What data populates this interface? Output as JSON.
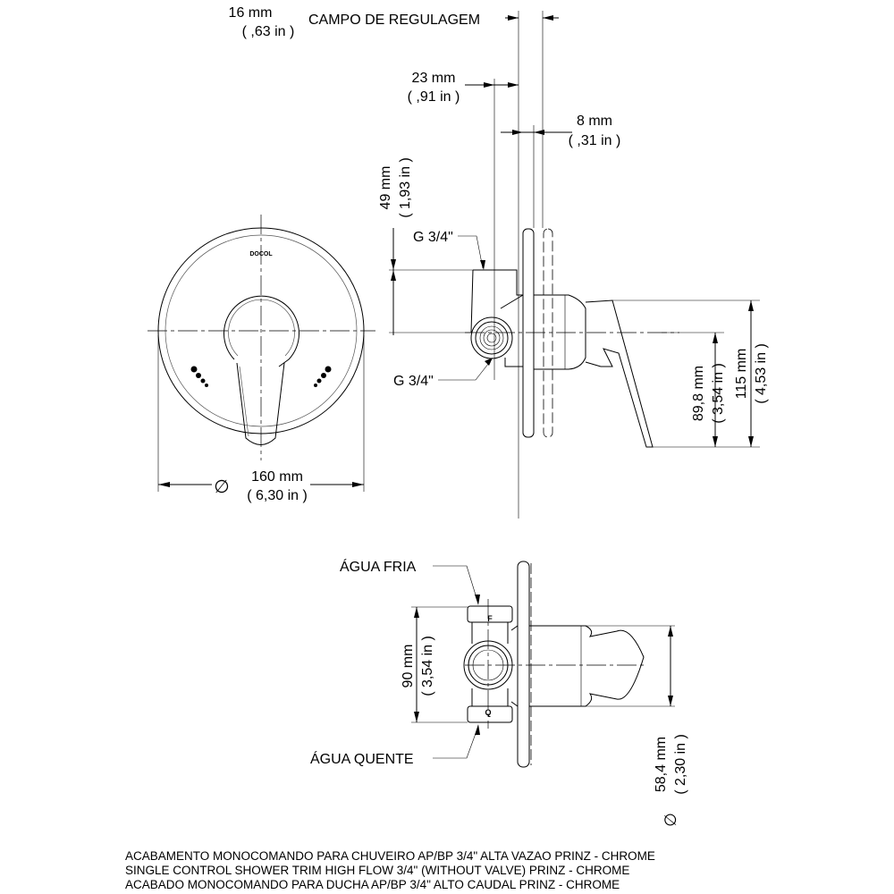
{
  "top_dims": {
    "adjust_mm": "16 mm",
    "adjust_in": "( ,63 in )",
    "adjust_label": "CAMPO DE REGULAGEM",
    "depth_mm": "23 mm",
    "depth_in": "( ,91 in )",
    "plate_mm": "8 mm",
    "plate_in": "( ,31 in )"
  },
  "side_view": {
    "height_mm": "49 mm",
    "height_in": "( 1,93 in )",
    "thread_top": "G 3/4\"",
    "thread_bottom": "G 3/4\"",
    "lever_mm": "89,8 mm",
    "lever_in": "( 3,54 in )",
    "total_mm": "115 mm",
    "total_in": "( 4,53 in )"
  },
  "front_view": {
    "brand": "DOCOL",
    "diameter_symbol": "∅",
    "diameter_mm": "160 mm",
    "diameter_in": "( 6,30 in )"
  },
  "bottom_view": {
    "cold_label": "ÁGUA FRIA",
    "hot_label": "ÁGUA QUENTE",
    "cold_mark": "F",
    "hot_mark": "Q",
    "spacing_mm": "90 mm",
    "spacing_in": "( 3,54 in )",
    "body_mm": "58,4 mm",
    "body_in": "( 2,30 in )",
    "diameter_symbol": "∅"
  },
  "footer": {
    "line_pt": "ACABAMENTO MONOCOMANDO PARA CHUVEIRO AP/BP 3/4\" ALTA VAZAO PRINZ - CHROME",
    "line_en": "SINGLE CONTROL SHOWER TRIM HIGH FLOW 3/4\" (WITHOUT VALVE) PRINZ - CHROME",
    "line_es": "ACABADO MONOCOMANDO PARA DUCHA AP/BP 3/4\" ALTO CAUDAL PRINZ - CHROME"
  }
}
